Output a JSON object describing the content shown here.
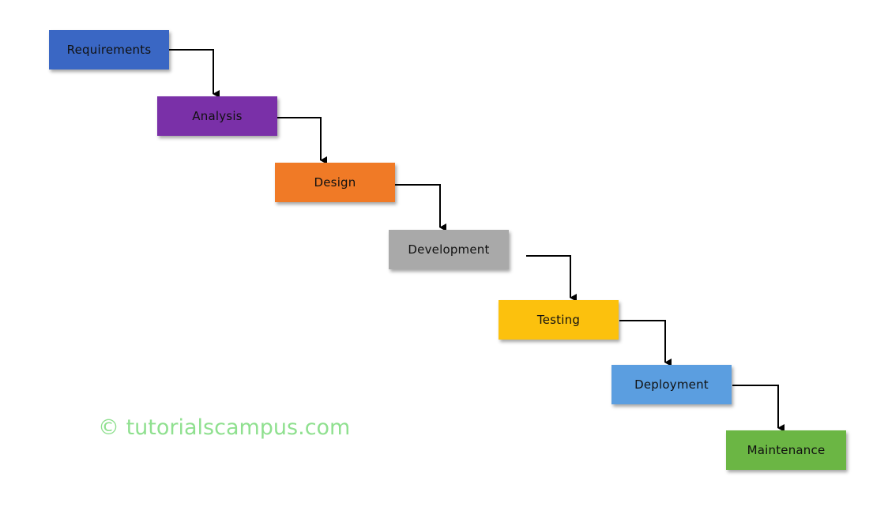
{
  "steps": [
    {
      "label": "Requirements",
      "color": "#3a67c4"
    },
    {
      "label": "Analysis",
      "color": "#7a30a8"
    },
    {
      "label": "Design",
      "color": "#f07a26"
    },
    {
      "label": "Development",
      "color": "#a9a9a9"
    },
    {
      "label": "Testing",
      "color": "#fcc10d"
    },
    {
      "label": "Deployment",
      "color": "#5b9ee0"
    },
    {
      "label": "Maintenance",
      "color": "#6bb644"
    }
  ],
  "watermark": "© tutorialscampus.com"
}
